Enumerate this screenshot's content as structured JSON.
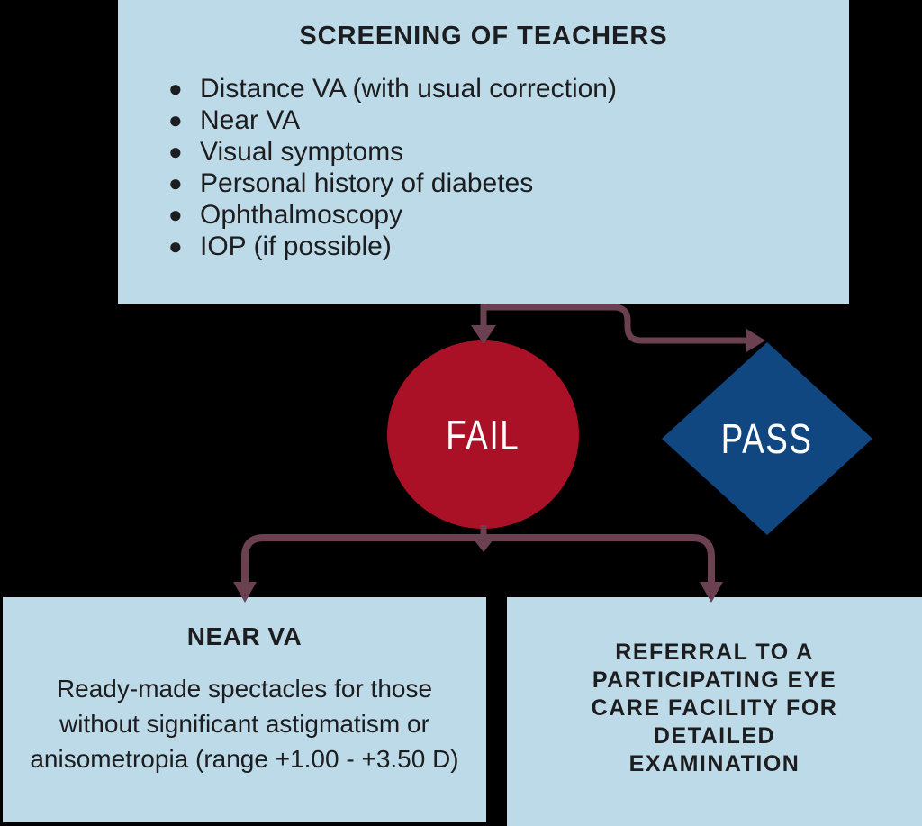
{
  "colors": {
    "canvas_bg": "#000000",
    "box_fill": "#bcdae8",
    "fail_fill": "#ab1126",
    "pass_fill": "#114780",
    "connector": "#6b4051",
    "text_dark": "#1d1d1f",
    "node_text": "#ffffff"
  },
  "screening": {
    "title": "SCREENING OF TEACHERS",
    "items": [
      "Distance VA (with usual correction)",
      "Near VA",
      "Visual symptoms",
      "Personal history of diabetes",
      "Ophthalmoscopy",
      "IOP (if possible)"
    ]
  },
  "fail_node": {
    "label": "FAIL"
  },
  "pass_node": {
    "label": "PASS"
  },
  "near_va_box": {
    "title": "NEAR VA",
    "lines": [
      "Ready-made spectacles for those",
      "without significant astigmatism or",
      "anisometropia (range +1.00 - +3.50 D)"
    ]
  },
  "referral_box": {
    "lines": [
      "REFERRAL TO A",
      "PARTICIPATING EYE",
      "CARE FACILITY FOR",
      "DETAILED",
      "EXAMINATION"
    ]
  }
}
